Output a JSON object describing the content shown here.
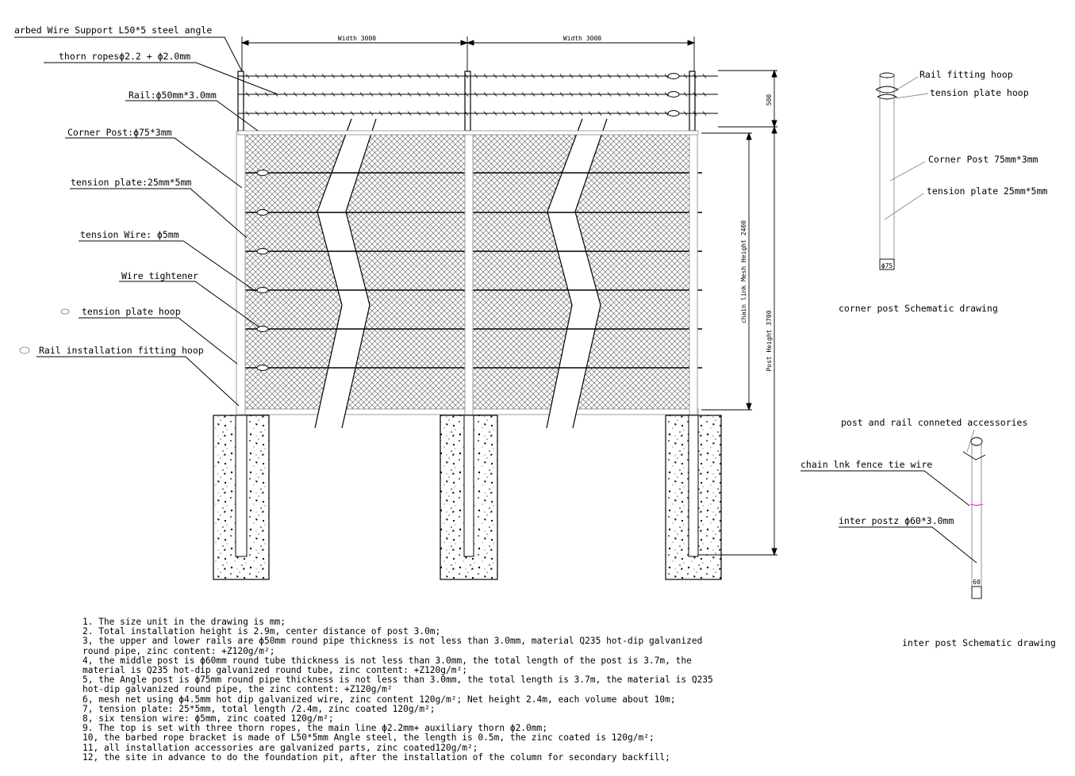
{
  "labels": {
    "barbed_support": "arbed Wire Support  L50*5 steel angle",
    "thorn_ropes": "thorn ropesϕ2.2 + ϕ2.0mm",
    "rail": "Rail:ϕ50mm*3.0mm",
    "corner_post": "Corner Post:ϕ75*3mm",
    "tension_plate": "tension plate:25mm*5mm",
    "tension_wire": "tension Wire: ϕ5mm",
    "wire_tightener": "Wire tightener",
    "tension_plate_hoop": "tension plate hoop",
    "rail_fitting_hoop": "Rail installation fitting hoop"
  },
  "dimensions": {
    "width_left": "Width 3000",
    "width_right": "Width 3000",
    "top_height": "500",
    "mesh_height": "chain link Mesh Height 2400",
    "post_height": "Post Height 3700"
  },
  "corner_post_detail": {
    "rail_hoop": "Rail  fitting hoop",
    "tension_plate_hoop": "tension plate hoop",
    "corner_post": "Corner Post 75mm*3mm",
    "tension_plate": "tension plate 25mm*5mm",
    "base_dim": "ϕ75",
    "caption": "corner post Schematic drawing"
  },
  "inter_post_detail": {
    "accessories": "post and rail conneted accessories",
    "tie_wire": "chain lnk fence tie wire",
    "inter_post": "inter postz ϕ60*3.0mm",
    "base_dim": "60",
    "caption": "inter post Schematic drawing"
  },
  "notes": [
    "1. The size unit in the drawing is mm;",
    "2. Total installation height is 2.9m, center distance of post 3.0m;",
    "3, the upper and lower rails are ϕ50mm round pipe thickness is not less than 3.0mm, material Q235 hot-dip galvanized",
    "round pipe, zinc content: +Z120g/m²;",
    "4, the middle post is ϕ60mm round tube thickness is not less than 3.0mm, the total length of the post is 3.7m, the",
    "material is Q235 hot-dip galvanized round tube, zinc content: +Z120g/m²;",
    "5, the Angle post is ϕ75mm round pipe thickness is not less than 3.0mm, the total length is 3.7m, the material is Q235",
    "hot-dip galvanized round pipe, the zinc content: +Z120g/m²",
    "6, mesh net using ϕ4.5mm hot dip galvanized wire, zinc content 120g/m²; Net height 2.4m, each volume about 10m;",
    "7, tension plate: 25*5mm, total length /2.4m, zinc coated 120g/m²;",
    "8, six tension wire: ϕ5mm, zinc coated 120g/m²;",
    "9. The top is set with three thorn ropes, the main line ϕ2.2mm+ auxiliary thorn ϕ2.0mm;",
    "10, the barbed rope bracket is made of L50*5mm Angle steel, the length is 0.5m, the zinc coated is 120g/m²;",
    "11, all installation accessories are galvanized parts, zinc coated120g/m²;",
    "12, the site in advance to do the foundation pit, after the installation of the column for secondary backfill;"
  ]
}
